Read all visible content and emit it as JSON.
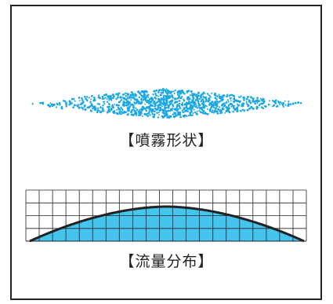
{
  "captions": {
    "spray_pattern": "【噴霧形状】",
    "flow_distribution": "【流量分布】"
  },
  "colors": {
    "droplet": "#1aa7e3",
    "fill": "#45c4ee",
    "curve": "#222222",
    "grid": "#222222",
    "frame": "#222222"
  },
  "flow_grid": {
    "columns": 21,
    "rows": 4
  }
}
